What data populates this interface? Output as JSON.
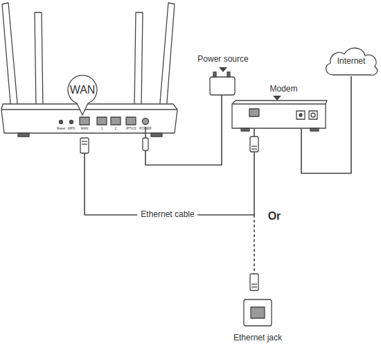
{
  "diagram": {
    "nodes": [
      {
        "text": [
          "WAN"
        ]
      },
      {
        "text": [
          "Power source"
        ]
      },
      {
        "text": [
          "Modem"
        ]
      },
      {
        "text": [
          "Internet"
        ]
      },
      {
        "text": [
          "Ethernet jack"
        ]
      }
    ],
    "edges": [
      {
        "from": 2,
        "to": 3,
        "arrow": "none"
      }
    ],
    "labels": [
      "Reset",
      "WPS",
      "WAN",
      "1",
      "2",
      "IPTV/3",
      "POWER",
      "Ethernet cable",
      "Or"
    ]
  }
}
